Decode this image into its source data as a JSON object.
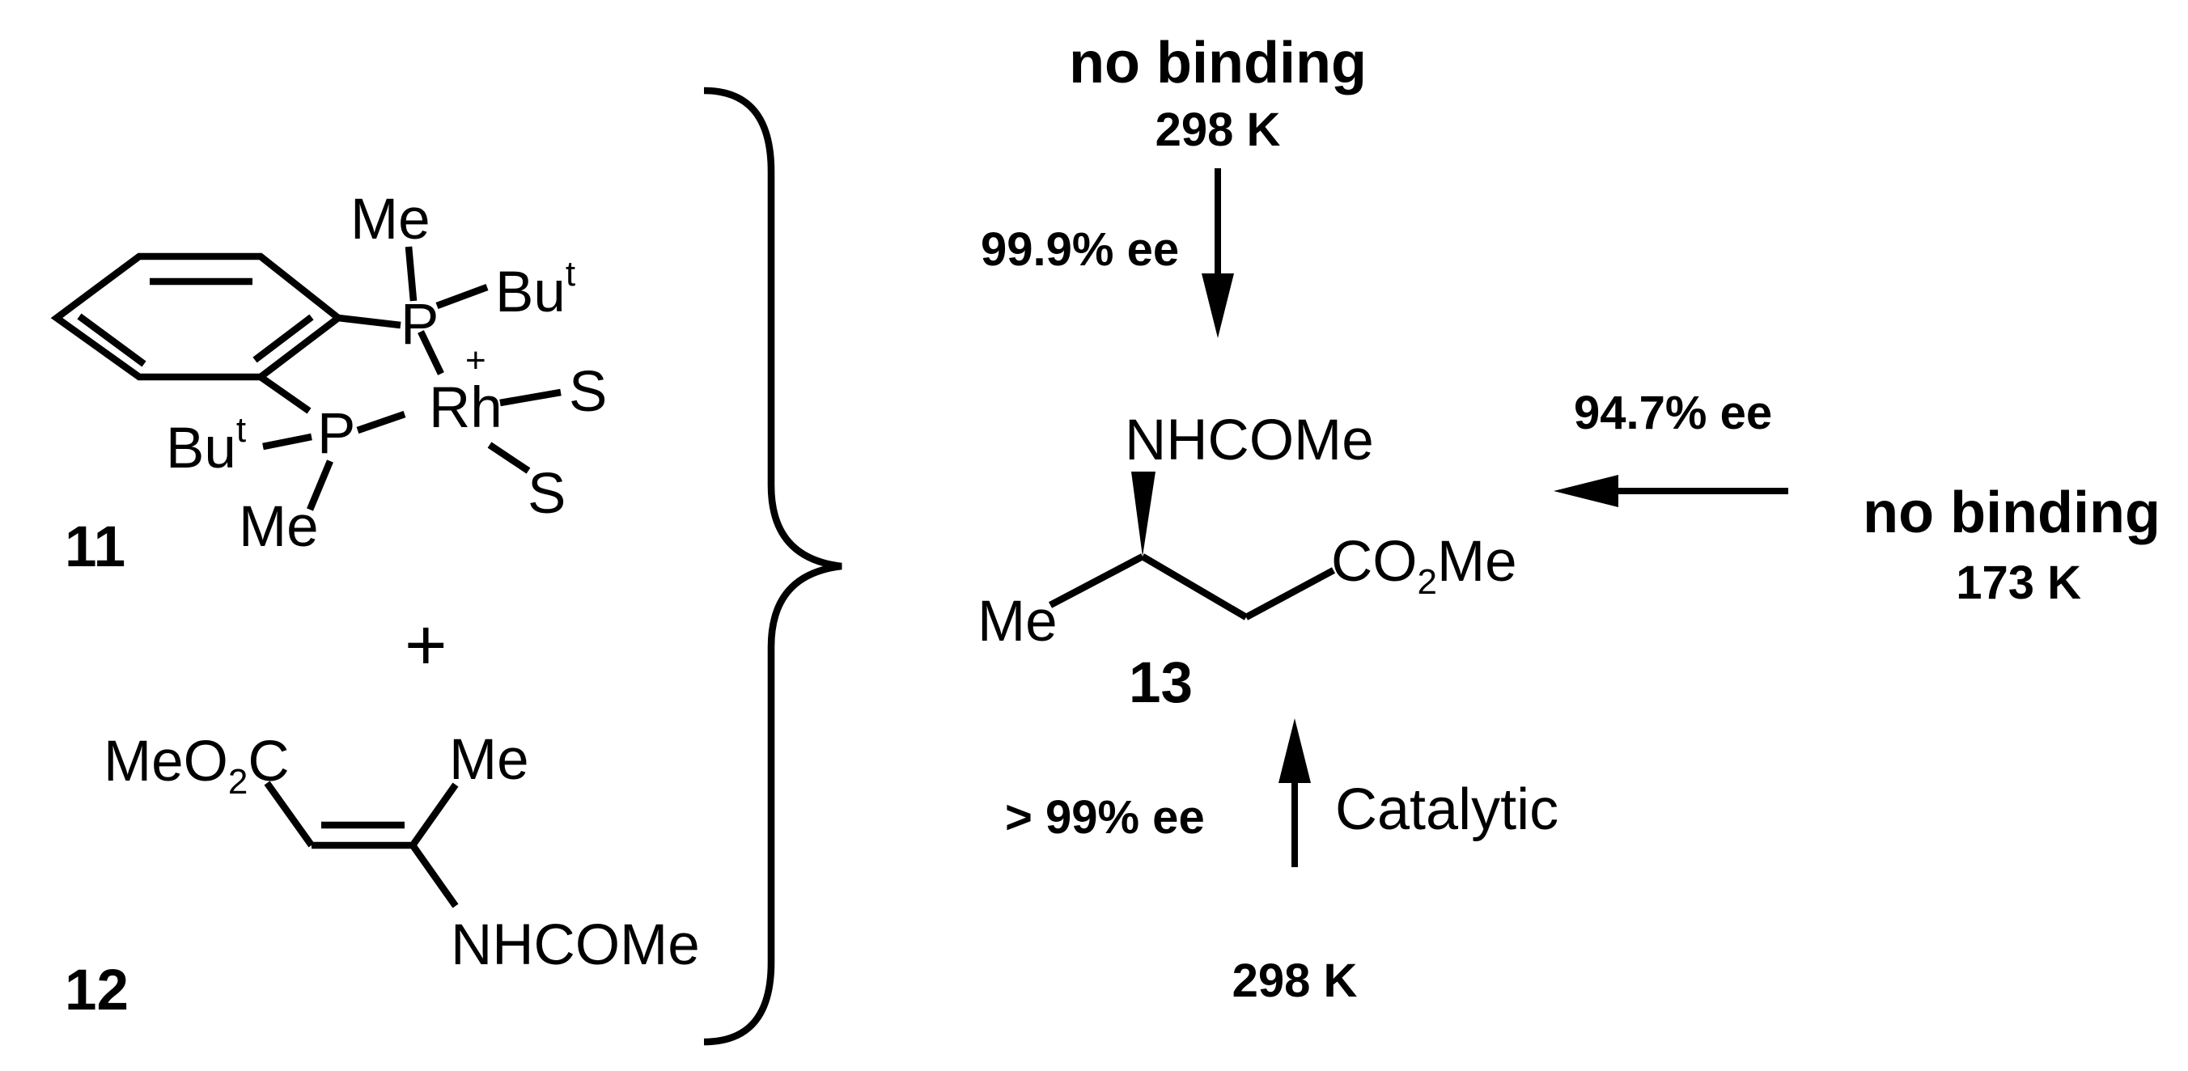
{
  "scheme": {
    "complex": {
      "number": "11",
      "me_top": "Me",
      "but_top": "Bu",
      "but_top_sup": "t",
      "p_top": "P",
      "plus": "+",
      "rh": "Rh",
      "s1": "S",
      "s2": "S",
      "but_left": "Bu",
      "but_left_sup": "t",
      "p_bottom": "P",
      "me_bottom": "Me"
    },
    "plus_sign": "+",
    "substrate": {
      "number": "12",
      "ester_a": "MeO",
      "ester_sub": "2",
      "ester_b": "C",
      "me": "Me",
      "amide": "NHCOMe"
    },
    "product": {
      "number": "13",
      "amide": "NHCOMe",
      "ester_a": "CO",
      "ester_sub": "2",
      "ester_b": "Me",
      "me": "Me"
    },
    "top_condition": {
      "title": "no binding",
      "temp": "298 K",
      "ee": "99.9% ee"
    },
    "right_condition": {
      "title": "no binding",
      "temp": "173 K",
      "ee": "94.7% ee"
    },
    "bottom_condition": {
      "mode": "Catalytic",
      "temp": "298 K",
      "ee": "> 99% ee"
    }
  }
}
